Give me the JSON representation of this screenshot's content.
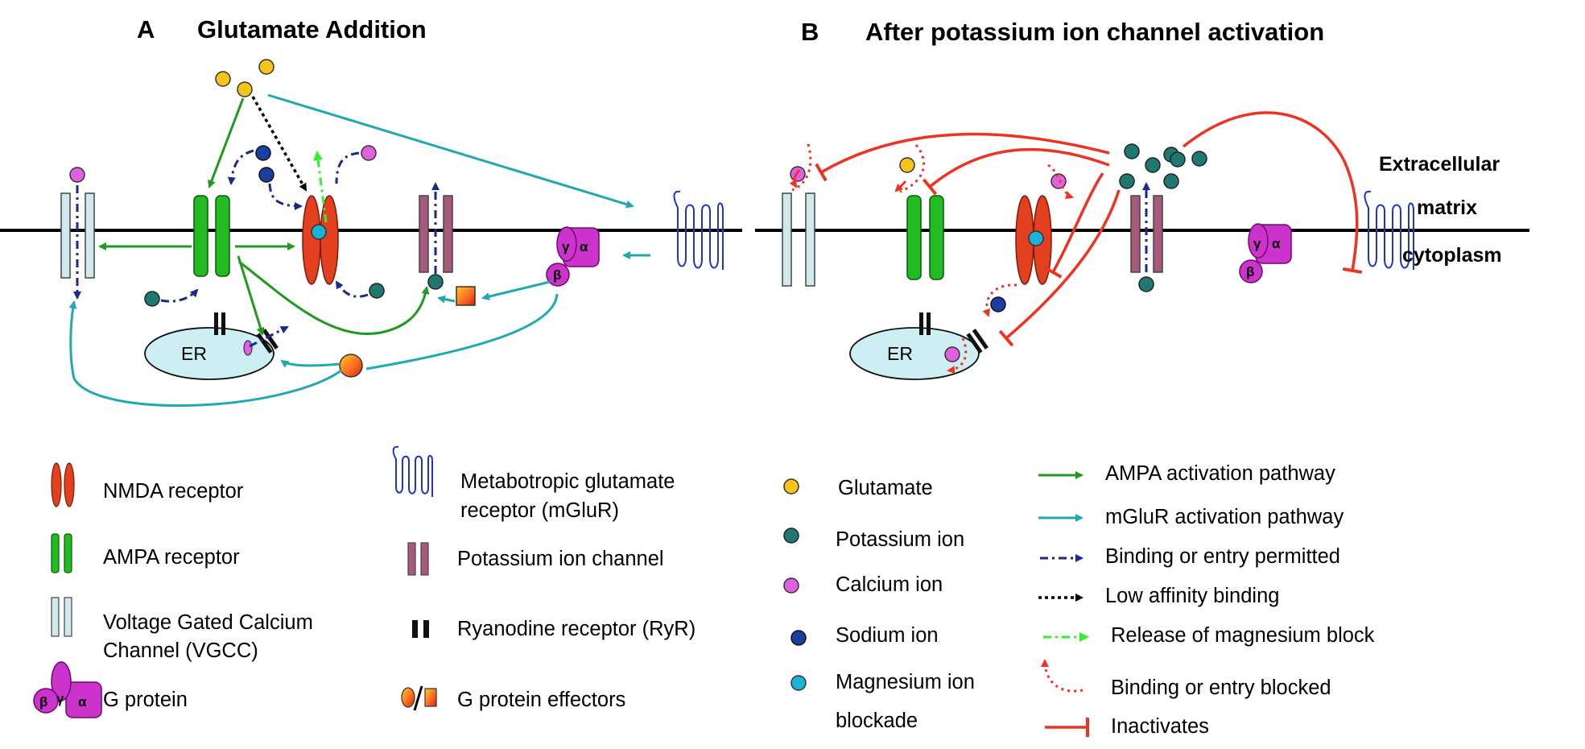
{
  "panel_a": {
    "letter": "A",
    "title": "Glutamate Addition",
    "er_label": "ER"
  },
  "panel_b": {
    "letter": "B",
    "title": "After potassium ion channel activation",
    "er_label": "ER",
    "membrane_labels": {
      "extracellular": "Extracellular",
      "matrix": "matrix",
      "cytoplasm": "cytoplasm"
    }
  },
  "gprotein": {
    "alpha": "α",
    "beta": "β",
    "gamma": "γ"
  },
  "legend_components": [
    {
      "key": "nmda",
      "label": "NMDA receptor"
    },
    {
      "key": "ampa",
      "label": "AMPA receptor"
    },
    {
      "key": "vgcc",
      "label_line1": "Voltage Gated Calcium",
      "label_line2": "Channel (VGCC)"
    },
    {
      "key": "gprotein",
      "label": "G protein"
    },
    {
      "key": "mglur",
      "label_line1": "Metabotropic glutamate",
      "label_line2": "receptor (mGluR)"
    },
    {
      "key": "kchannel",
      "label": "Potassium ion channel"
    },
    {
      "key": "ryr",
      "label": "Ryanodine receptor (RyR)"
    },
    {
      "key": "effectors",
      "label": "G protein effectors"
    }
  ],
  "legend_ions": [
    {
      "key": "glutamate",
      "label": "Glutamate",
      "color": "#f5c518"
    },
    {
      "key": "potassium",
      "label": "Potassium ion",
      "color": "#1e7a70"
    },
    {
      "key": "calcium",
      "label": "Calcium ion",
      "color": "#e060e0"
    },
    {
      "key": "sodium",
      "label": "Sodium ion",
      "color": "#1a3f9e"
    },
    {
      "key": "magnesium",
      "label_line1": "Magnesium ion",
      "label_line2": "blockade",
      "color": "#1ab2d6"
    }
  ],
  "legend_arrows": [
    {
      "key": "ampa_path",
      "label": "AMPA activation pathway",
      "color": "#1f9a1f"
    },
    {
      "key": "mglur_path",
      "label": "mGluR activation pathway",
      "color": "#20aab0"
    },
    {
      "key": "binding_permitted",
      "label": "Binding or entry permitted",
      "color": "#1a2a8c"
    },
    {
      "key": "low_affinity",
      "label": "Low  affinity binding",
      "color": "#000000"
    },
    {
      "key": "mg_release",
      "label": "Release of magnesium block",
      "color": "#33ee33"
    },
    {
      "key": "entry_blocked",
      "label": "Binding or entry blocked",
      "color": "#ee3322"
    },
    {
      "key": "inactivates",
      "label": "Inactivates",
      "color": "#ee3322"
    }
  ],
  "colors": {
    "membrane": "#000000",
    "ampa_green": "#1f9a1f",
    "mglur_teal": "#20aab0",
    "inhibit_red": "#ee3322",
    "nmda_red": "#e2401e",
    "ampa_fill": "#22bb22",
    "vgcc_fill": "#cfe9ec",
    "k_channel_fill": "#a8587a",
    "gprotein_fill": "#cc33cc",
    "er_fill": "#cdeff3",
    "mglur_blue": "#2233cc"
  }
}
